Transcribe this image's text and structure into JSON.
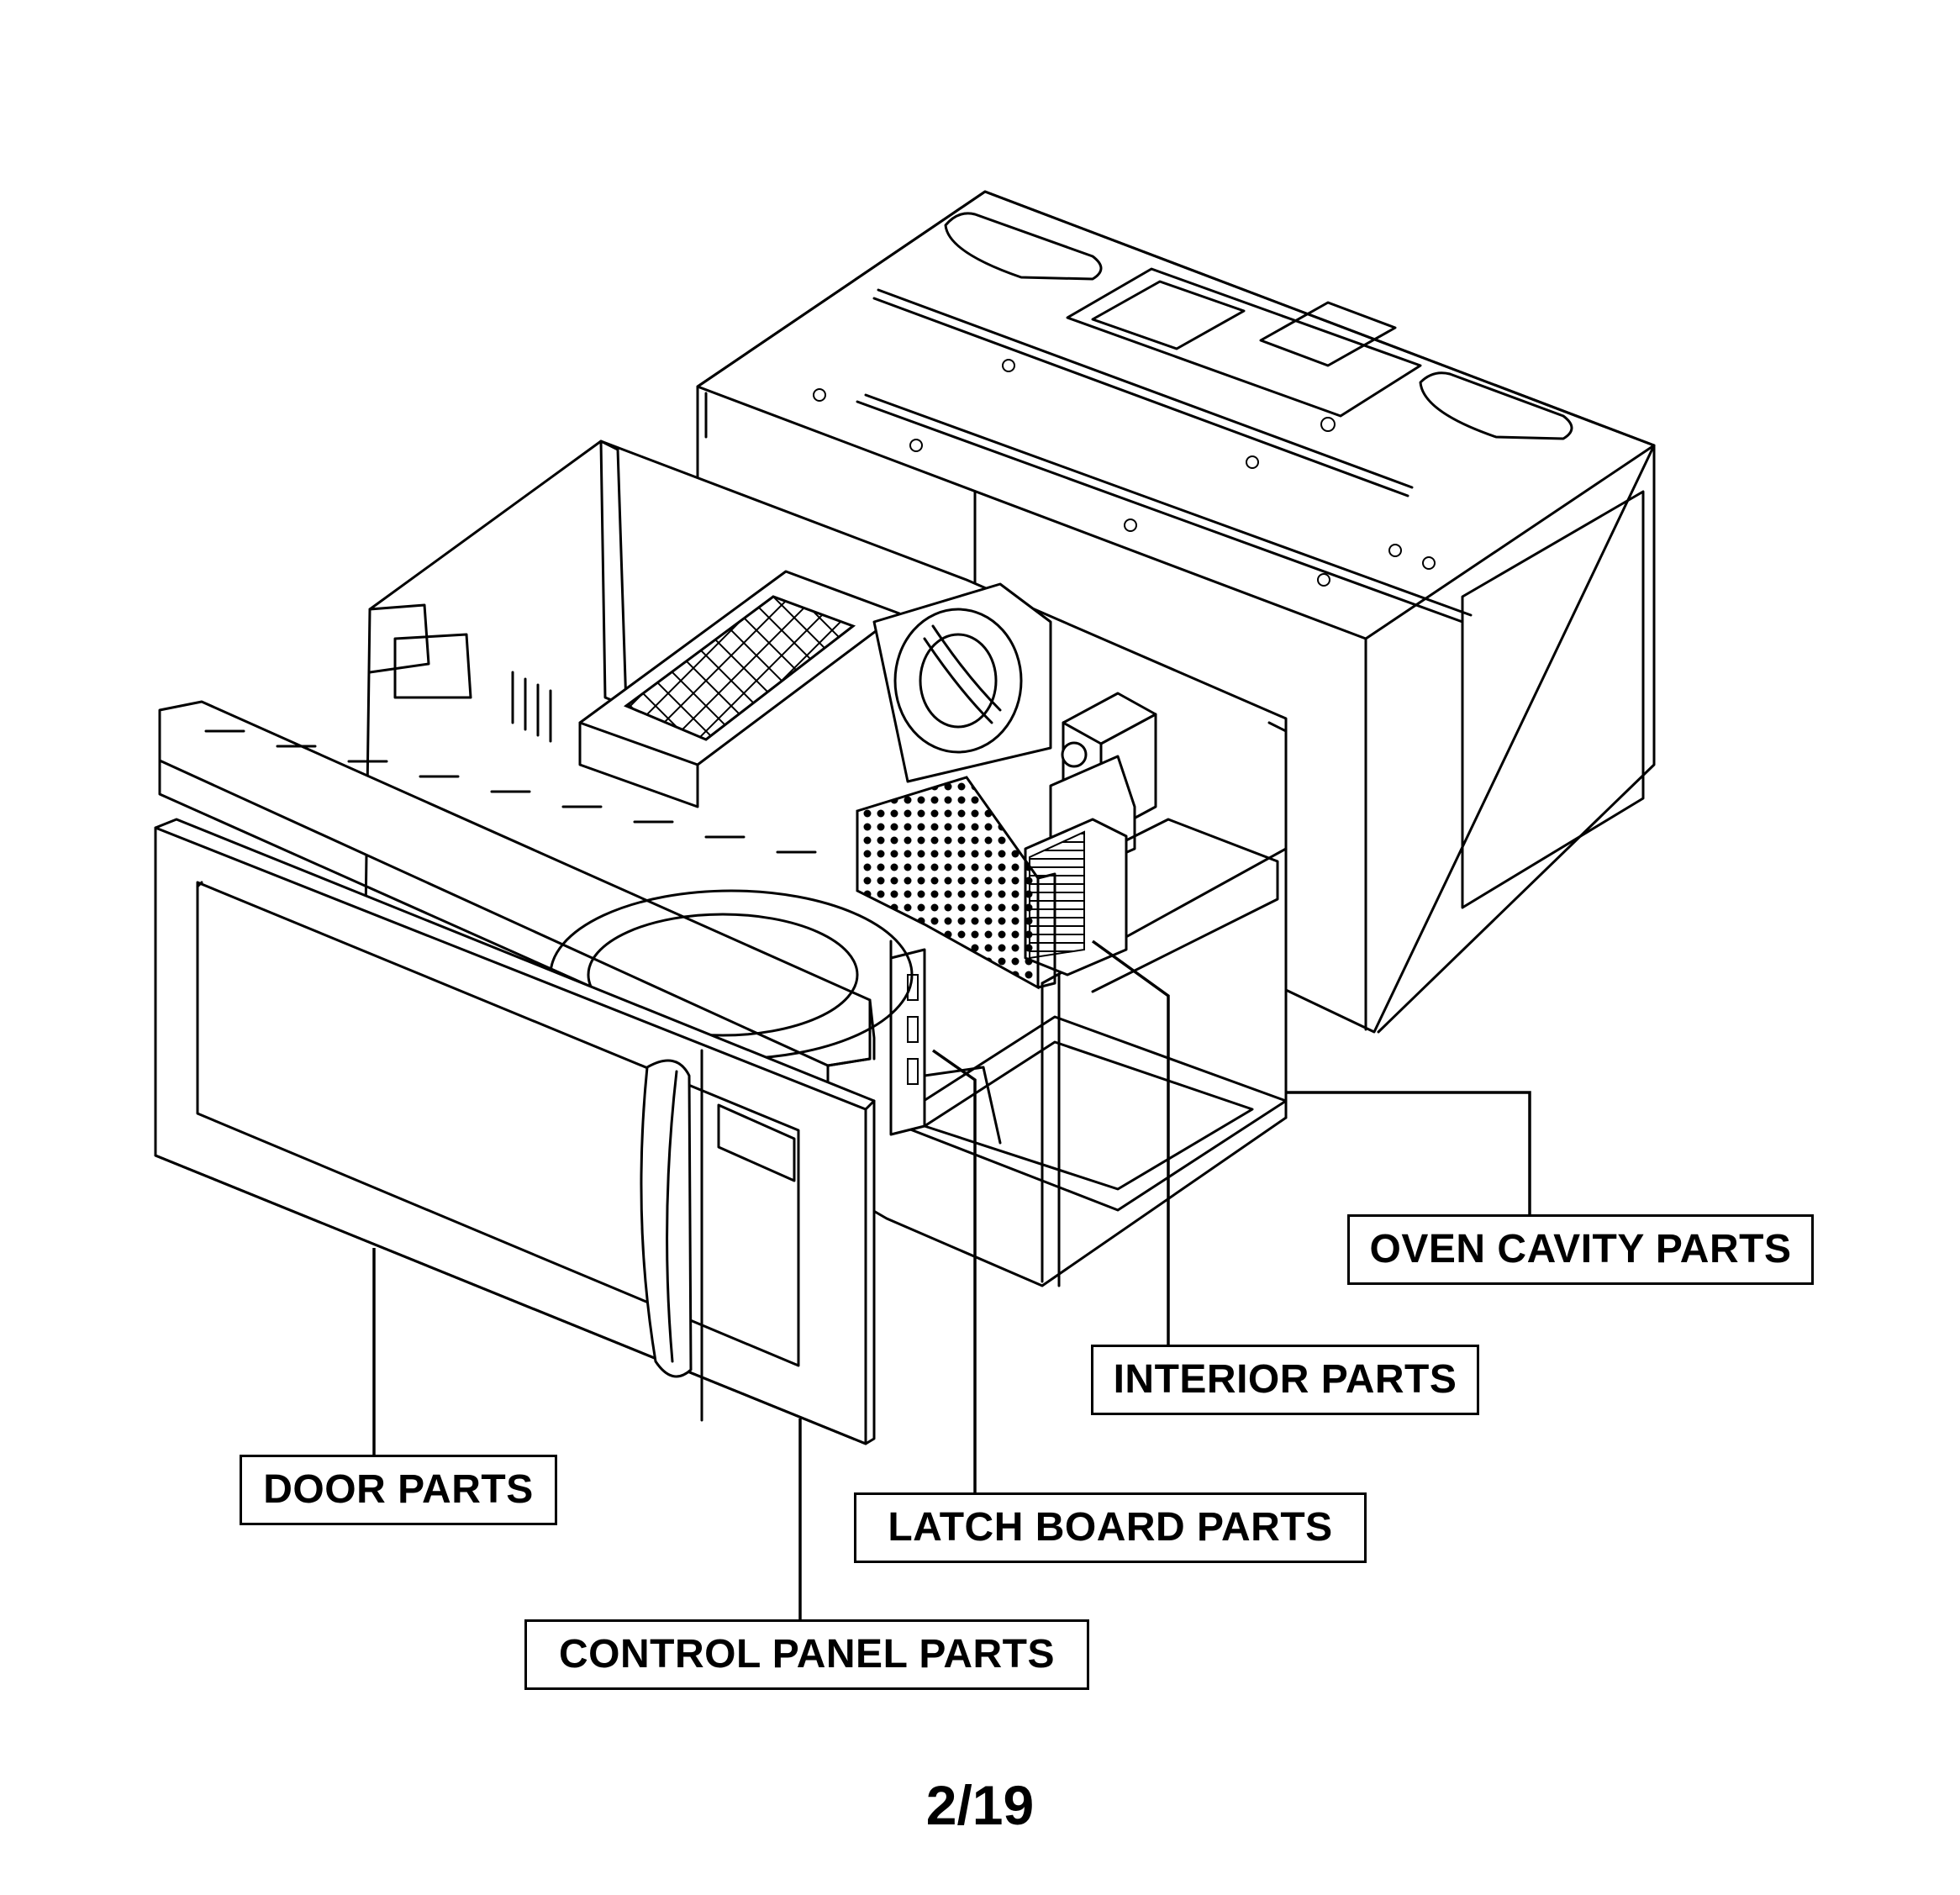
{
  "callouts": {
    "oven_cavity": "OVEN CAVITY PARTS",
    "interior": "INTERIOR PARTS",
    "latch_board": "LATCH BOARD PARTS",
    "door": "DOOR PARTS",
    "control_panel": "CONTROL PANEL PARTS"
  },
  "page_number": "2/19"
}
